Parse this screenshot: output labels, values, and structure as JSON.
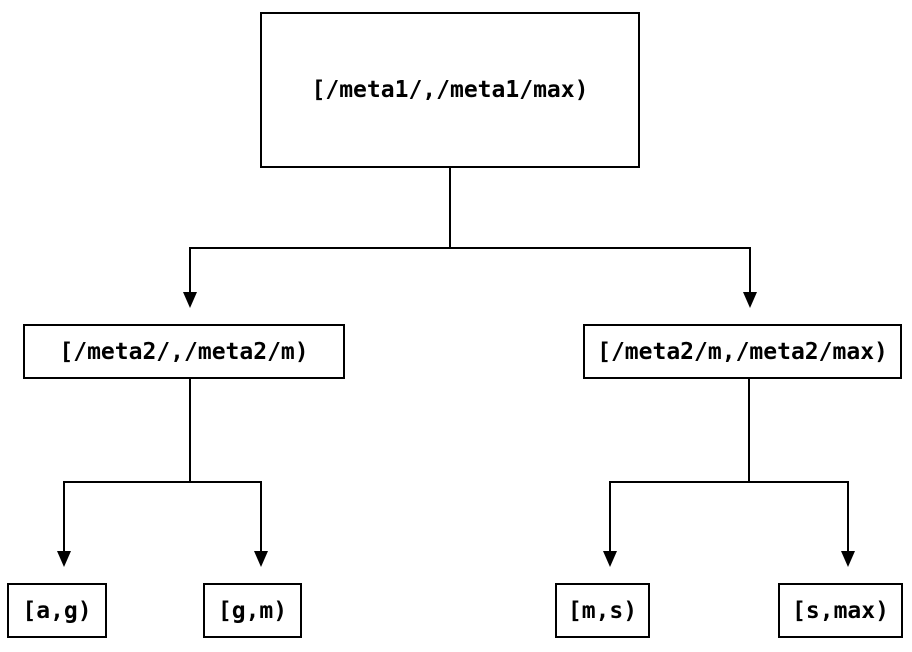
{
  "diagram": {
    "nodes": {
      "root": {
        "label": "[/meta1/,/meta1/max)"
      },
      "mid_left": {
        "label": "[/meta2/,/meta2/m)"
      },
      "mid_right": {
        "label": "[/meta2/m,/meta2/max)"
      },
      "leaf_ag": {
        "label": "[a,g)"
      },
      "leaf_gm": {
        "label": "[g,m)"
      },
      "leaf_ms": {
        "label": "[m,s)"
      },
      "leaf_smax": {
        "label": "[s,max)"
      }
    },
    "colors": {
      "line": "#000000",
      "box_border": "#000000",
      "text": "#000000",
      "background": "#ffffff"
    }
  }
}
